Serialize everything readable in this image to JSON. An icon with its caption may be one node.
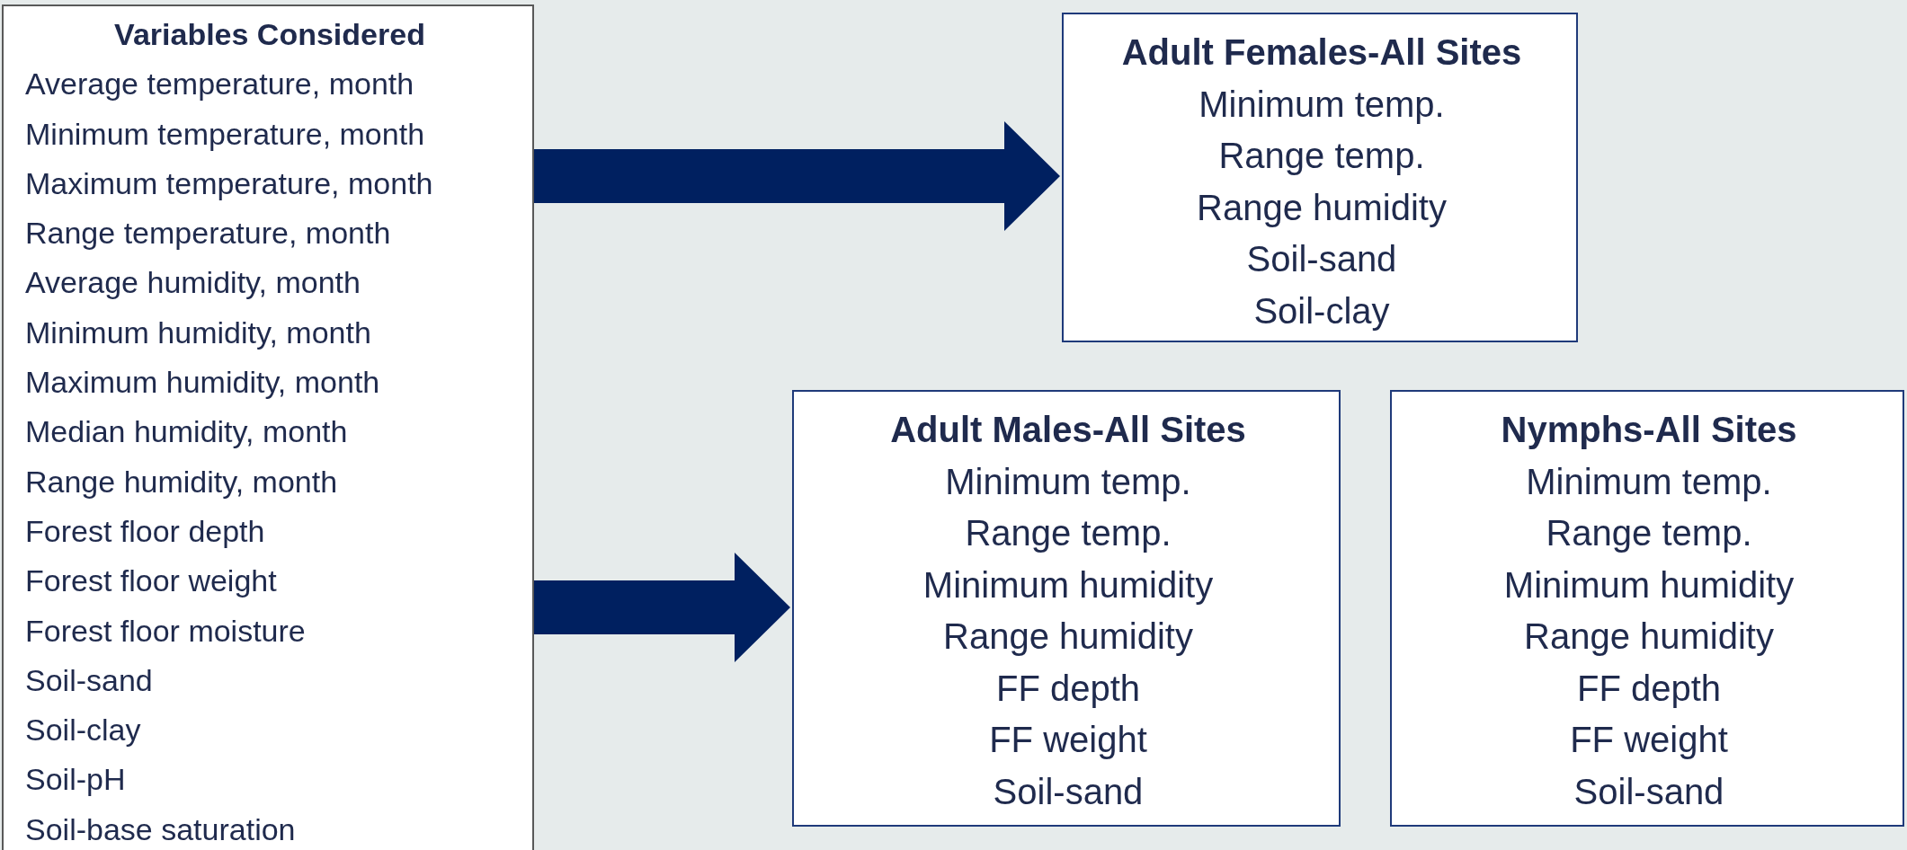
{
  "diagram": {
    "nodes": [
      {
        "text": [
          "Variables Considered",
          "Average temperature, month",
          "Minimum temperature, month",
          "Maximum temperature, month",
          "Range temperature, month",
          "Average humidity, month",
          "Minimum humidity, month",
          "Maximum humidity, month",
          "Median humidity, month",
          "Range humidity, month",
          "Forest floor depth",
          "Forest floor weight",
          "Forest floor moisture",
          "Soil-sand",
          "Soil-clay",
          "Soil-pH",
          "Soil-base saturation"
        ]
      },
      {
        "text": [
          "Adult Females-All Sites",
          "Minimum temp.",
          "Range temp.",
          "Range humidity",
          "Soil-sand",
          "Soil-clay"
        ]
      },
      {
        "text": [
          "Adult Males-All Sites",
          "Minimum temp.",
          "Range temp.",
          "Minimum humidity",
          "Range humidity",
          "FF depth",
          "FF weight",
          "Soil-sand"
        ]
      },
      {
        "text": [
          "Nymphs-All Sites",
          "Minimum temp.",
          "Range temp.",
          "Minimum humidity",
          "Range humidity",
          "FF depth",
          "FF weight",
          "Soil-sand"
        ]
      }
    ],
    "edges": [
      {
        "from": 0,
        "to": 1,
        "arrow": "to",
        "style": "thick"
      },
      {
        "from": 0,
        "to": 2,
        "arrow": "to",
        "style": "thick"
      }
    ]
  }
}
